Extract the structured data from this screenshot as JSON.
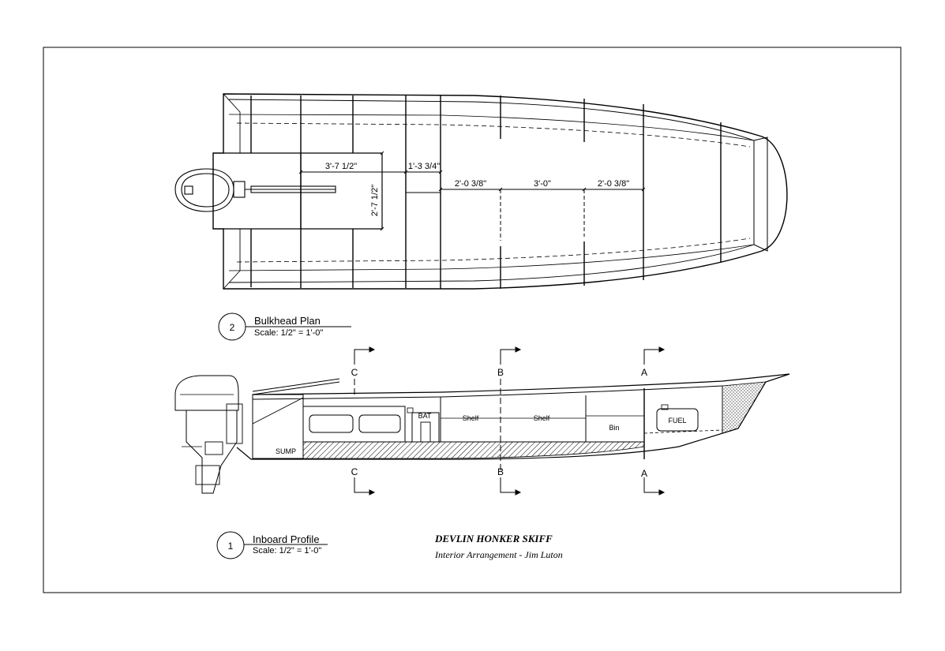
{
  "plan": {
    "dims": {
      "d1": "3'-7 1/2\"",
      "d2": "1'-3 3/4\"",
      "d3": "2'-0 3/8\"",
      "d4": "3'-0\"",
      "d5": "2'-0 3/8\"",
      "d6": "2'-7 1/2\""
    },
    "label": {
      "number": "2",
      "title": "Bulkhead Plan",
      "scale": "Scale: 1/2\" = 1'-0\""
    }
  },
  "profile": {
    "labels": {
      "sump": "SUMP",
      "bat": "BAT",
      "shelf1": "Shelf",
      "shelf2": "Shelf",
      "bin": "Bin",
      "fuel": "FUEL"
    },
    "sections": {
      "a": "A",
      "b": "B",
      "c": "C"
    },
    "label": {
      "number": "1",
      "title": "Inboard Profile",
      "scale": "Scale: 1/2\" = 1'-0\""
    }
  },
  "title_block": {
    "title": "DEVLIN HONKER SKIFF",
    "subtitle": "Interior Arrangement - Jim Luton"
  }
}
